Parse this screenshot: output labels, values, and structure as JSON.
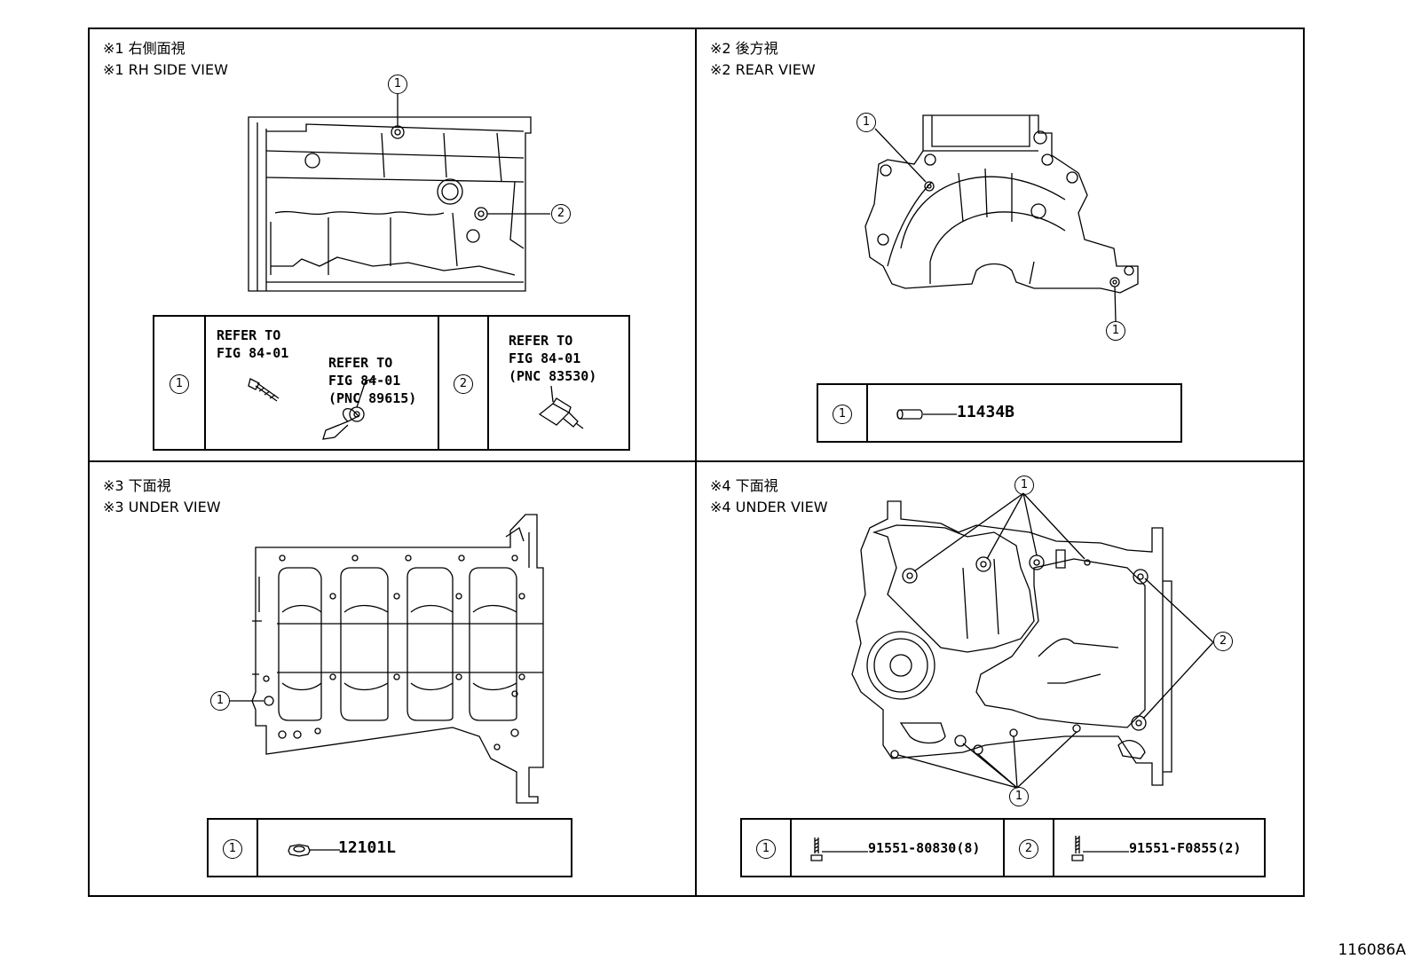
{
  "figure_id": "116086A",
  "panels": [
    {
      "caption_jp": "※1 右側面視",
      "caption_en": "※1 RH SIDE VIEW",
      "callouts": [
        "1",
        "2"
      ],
      "legend": {
        "num1": "1",
        "refer_a": [
          "REFER TO",
          "FIG 84-01"
        ],
        "refer_b": [
          "REFER TO",
          "FIG 84-01",
          "(PNC 89615)"
        ],
        "num2": "2",
        "refer_c": [
          "REFER TO",
          "FIG 84-01",
          "(PNC 83530)"
        ]
      }
    },
    {
      "caption_jp": "※2 後方視",
      "caption_en": "※2 REAR VIEW",
      "callouts": [
        "1",
        "1"
      ],
      "legend": {
        "num1": "1",
        "part1": "11434B"
      }
    },
    {
      "caption_jp": "※3 下面視",
      "caption_en": "※3 UNDER VIEW",
      "callouts": [
        "1"
      ],
      "legend": {
        "num1": "1",
        "part1": "12101L"
      }
    },
    {
      "caption_jp": "※4 下面視",
      "caption_en": "※4 UNDER VIEW",
      "callouts": [
        "1",
        "2",
        "1"
      ],
      "legend": {
        "num1": "1",
        "part1": "91551-80830(8)",
        "num2": "2",
        "part2": "91551-F0855(2)"
      }
    }
  ]
}
